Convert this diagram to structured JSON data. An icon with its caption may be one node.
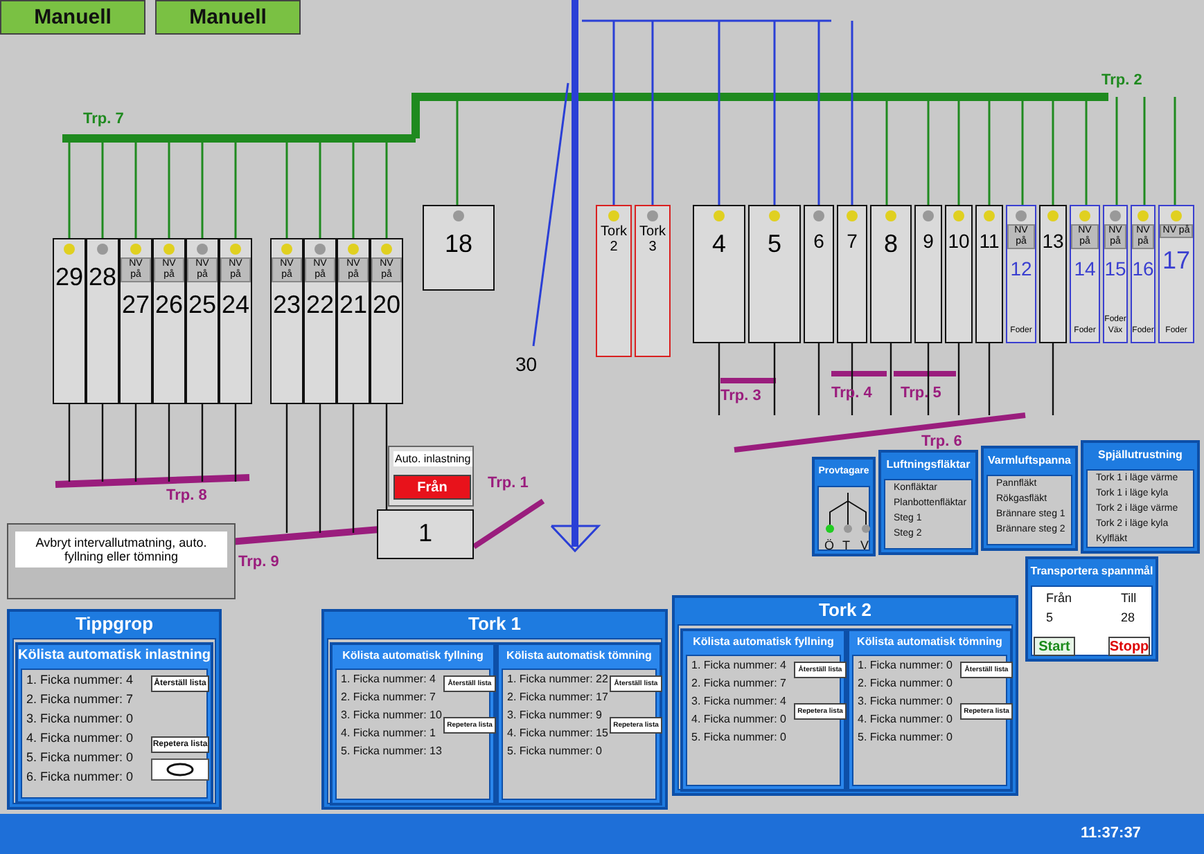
{
  "diagram": {
    "nodes": [
      {
        "text": [
          "Manuell"
        ]
      },
      {
        "text": [
          "Manuell"
        ]
      },
      {
        "text": [
          "29"
        ]
      },
      {
        "text": [
          "28"
        ]
      },
      {
        "text": [
          "NV på",
          "27"
        ]
      },
      {
        "text": [
          "NV på",
          "26"
        ]
      },
      {
        "text": [
          "NV på",
          "25"
        ]
      },
      {
        "text": [
          "NV på",
          "24"
        ]
      },
      {
        "text": [
          "NV på",
          "23"
        ]
      },
      {
        "text": [
          "NV på",
          "22"
        ]
      },
      {
        "text": [
          "NV på",
          "21"
        ]
      },
      {
        "text": [
          "NV på",
          "20"
        ]
      },
      {
        "text": [
          "18"
        ]
      },
      {
        "text": [
          "30"
        ]
      },
      {
        "text": [
          "Tork 2"
        ]
      },
      {
        "text": [
          "Tork 3"
        ]
      },
      {
        "text": [
          "4"
        ]
      },
      {
        "text": [
          "5"
        ]
      },
      {
        "text": [
          "6"
        ]
      },
      {
        "text": [
          "7"
        ]
      },
      {
        "text": [
          "8"
        ]
      },
      {
        "text": [
          "9"
        ]
      },
      {
        "text": [
          "10"
        ]
      },
      {
        "text": [
          "11"
        ]
      },
      {
        "text": [
          "NV på",
          "12",
          "Foder"
        ]
      },
      {
        "text": [
          "13"
        ]
      },
      {
        "text": [
          "NV på",
          "14",
          "Foder"
        ]
      },
      {
        "text": [
          "NV på",
          "15",
          "Foder Väx"
        ]
      },
      {
        "text": [
          "NV på",
          "16",
          "Foder"
        ]
      },
      {
        "text": [
          "NV på",
          "17",
          "Foder"
        ]
      },
      {
        "text": [
          "Auto. inlastning"
        ]
      },
      {
        "text": [
          "Från"
        ],
        "in": 30
      },
      {
        "text": [
          "1"
        ]
      },
      {
        "text": [
          "Avbryt intervallutmatning, auto. fyllning eller tömning"
        ]
      },
      {
        "text": [
          "Tippgrop"
        ]
      },
      {
        "text": [
          "Kölista automatisk inlastning",
          "1. Ficka nummer: 4",
          "2. Ficka nummer: 7",
          "3. Ficka nummer: 0",
          "4. Ficka nummer: 0",
          "5. Ficka nummer: 0",
          "6. Ficka nummer: 0"
        ],
        "in": 34
      },
      {
        "text": [
          "Återställ lista"
        ],
        "in": 35
      },
      {
        "text": [
          "Repetera lista"
        ],
        "in": 35
      },
      {
        "text": [],
        "shape": "box",
        "in": 35
      },
      {
        "text": [
          "Tork 1"
        ]
      },
      {
        "text": [
          "Kölista automatisk fyllning",
          "1. Ficka nummer: 4",
          "2. Ficka nummer: 7",
          "3. Ficka nummer: 10",
          "4. Ficka nummer: 1",
          "5. Ficka nummer: 13"
        ],
        "in": 39
      },
      {
        "text": [
          "Återställ lista"
        ],
        "in": 40
      },
      {
        "text": [
          "Repetera lista"
        ],
        "in": 40
      },
      {
        "text": [
          "Kölista automatisk tömning",
          "1. Ficka nummer: 22",
          "2. Ficka nummer: 17",
          "3. Ficka nummer: 9",
          "4. Ficka nummer: 15",
          "5. Ficka nummer: 0"
        ],
        "in": 39
      },
      {
        "text": [
          "Återställ lista"
        ],
        "in": 43
      },
      {
        "text": [
          "Repetera lista"
        ],
        "in": 43
      },
      {
        "text": [
          "Tork 2"
        ]
      },
      {
        "text": [
          "Kölista automatisk fyllning",
          "1. Ficka nummer: 4",
          "2. Ficka nummer: 7",
          "3. Ficka nummer: 4",
          "4. Ficka nummer: 0",
          "5. Ficka nummer: 0"
        ],
        "in": 46
      },
      {
        "text": [
          "Återställ lista"
        ],
        "in": 47
      },
      {
        "text": [
          "Repetera lista"
        ],
        "in": 47
      },
      {
        "text": [
          "Kölista automatisk tömning",
          "1. Ficka nummer: 0",
          "2. Ficka nummer: 0",
          "3. Ficka nummer: 0",
          "4. Ficka nummer: 0",
          "5. Ficka nummer: 0"
        ],
        "in": 46
      },
      {
        "text": [
          "Återställ lista"
        ],
        "in": 50
      },
      {
        "text": [
          "Repetera lista"
        ],
        "in": 50
      },
      {
        "text": [
          "Provtagare",
          "Ö",
          "T",
          "V"
        ]
      },
      {
        "text": [
          "Luftningsfläktar",
          "Konfläktar",
          "Planbottenfläktar",
          "Steg 1",
          "Steg 2"
        ]
      },
      {
        "text": [
          "Varmluftspanna",
          "Pannfläkt",
          "Rökgasfläkt",
          "Brännare steg 1",
          "Brännare steg 2"
        ]
      },
      {
        "text": [
          "Spjällutrustning",
          "Tork 1 i läge värme",
          "Tork 1 i läge kyla",
          "Tork 2 i läge värme",
          "Tork 2 i läge kyla",
          "Kylfläkt"
        ]
      },
      {
        "text": [
          "Transportera spannmål",
          "Från",
          "Till",
          "5",
          "28"
        ]
      },
      {
        "text": [
          "Start"
        ],
        "in": 57
      },
      {
        "text": [
          "Stopp"
        ],
        "in": 57
      }
    ],
    "labels": [
      "Trp. 7",
      "Trp. 2",
      "Trp. 8",
      "Trp. 3",
      "Trp. 4",
      "Trp. 5",
      "Trp. 6",
      "Trp. 1",
      "Trp. 9",
      "11:37:37"
    ]
  }
}
